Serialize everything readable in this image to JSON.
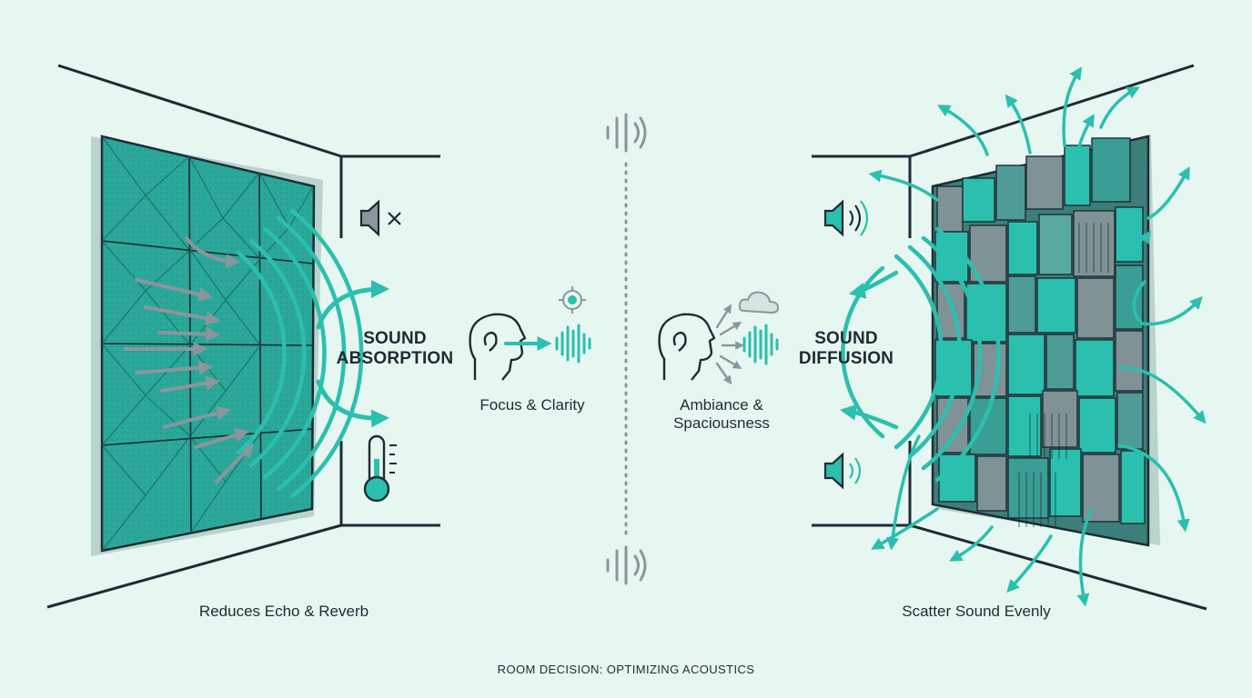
{
  "left_panel": {
    "title_line1": "SOUND",
    "title_line2": "ABSORPTION",
    "caption": "Reduces Echo & Reverb",
    "benefit": "Focus & Clarity"
  },
  "right_panel": {
    "title_line1": "SOUND",
    "title_line2": "DIFFUSION",
    "caption": "Scatter Sound Evenly",
    "benefit_line1": "Ambiance &",
    "benefit_line2": "Spaciousness"
  },
  "footer": "ROOM DECISION: OPTIMIZING ACOUSTICS",
  "colors": {
    "background": "#e6f6f0",
    "teal": "#2bbfae",
    "panel_dark": "#1e7f76",
    "outline": "#1d2c33",
    "gray_arrow": "#8a969c"
  },
  "icons": [
    "speaker-muted-icon",
    "thermometer-icon",
    "ear-head-icon",
    "target-icon",
    "sound-wave-icon",
    "cloud-icon",
    "speaker-loud-icon"
  ]
}
